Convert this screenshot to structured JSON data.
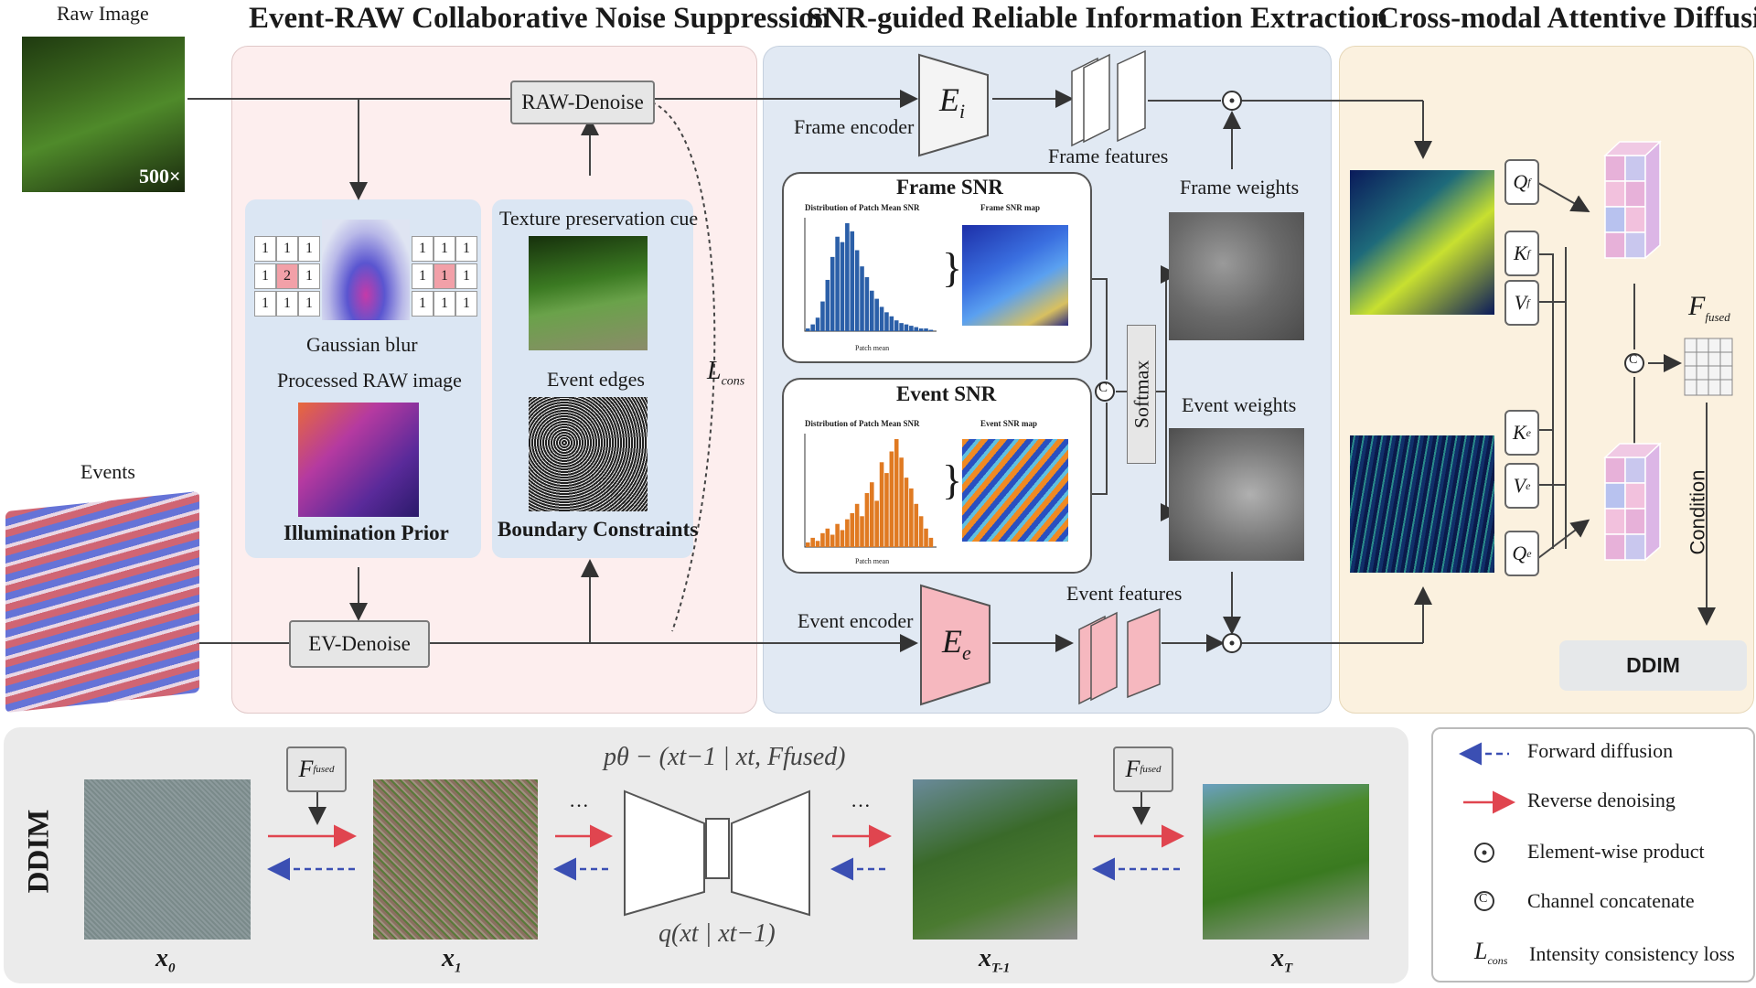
{
  "sections": {
    "noise_suppression": "Event-RAW Collaborative Noise Suppression",
    "snr_extraction": "SNR-guided Reliable Information Extraction",
    "cross_modal": "Cross-modal Attentive Diffusion"
  },
  "inputs": {
    "raw_image": "Raw Image",
    "raw_badge": "500×",
    "events": "Events"
  },
  "noise_suppression": {
    "raw_denoise": "RAW-Denoise",
    "ev_denoise": "EV-Denoise",
    "gaussian_blur": "Gaussian blur",
    "processed_raw": "Processed RAW image",
    "illumination_prior": "Illumination Prior",
    "texture_cue": "Texture preservation cue",
    "event_edges": "Event edges",
    "boundary_constraints": "Boundary Constraints",
    "kernel_left": [
      "1",
      "1",
      "1",
      "1",
      "2",
      "1",
      "1",
      "1",
      "1"
    ],
    "kernel_right": [
      "1",
      "1",
      "1",
      "1",
      "1",
      "1",
      "1",
      "1",
      "1"
    ],
    "loss": "L",
    "loss_sub": "cons"
  },
  "snr": {
    "frame_encoder": "Frame encoder",
    "event_encoder": "Event encoder",
    "ei_symbol": "E",
    "ei_sub": "i",
    "ee_symbol": "E",
    "ee_sub": "e",
    "frame_features": "Frame features",
    "event_features": "Event features",
    "frame_snr": "Frame SNR",
    "event_snr": "Event SNR",
    "hist_title": "Distribution of Patch Mean SNR",
    "frame_map_title": "Frame SNR map",
    "event_map_title": "Event SNR map",
    "hist_xlabel": "Patch mean",
    "softmax": "Softmax",
    "frame_weights": "Frame weights",
    "event_weights": "Event weights",
    "concat_symbol": "C",
    "product_symbol": "⊙"
  },
  "cross_modal": {
    "qf": "Q",
    "qf_sub": "f",
    "kf": "K",
    "kf_sub": "f",
    "vf": "V",
    "vf_sub": "f",
    "ke": "K",
    "ke_sub": "e",
    "ve": "V",
    "ve_sub": "e",
    "qe": "Q",
    "qe_sub": "e",
    "ffused": "F",
    "ffused_sub": "fused",
    "condition": "Condition",
    "ddim": "DDIM"
  },
  "ddim_strip": {
    "label": "DDIM",
    "x0": "x",
    "x0_sub": "0",
    "x1": "x",
    "x1_sub": "1",
    "xt1": "x",
    "xt1_sub": "T-1",
    "xt": "x",
    "xt_sub": "T",
    "ffused": "F",
    "ffused_sub": "fused",
    "dots": "···",
    "p_formula": "pθ − (xt−1 | xt, Ffused)",
    "q_formula": "q(xt | xt−1)"
  },
  "legend": {
    "forward": "Forward diffusion",
    "reverse": "Reverse denoising",
    "elementwise": "Element-wise product",
    "concat": "Channel concatenate",
    "intensity_loss": "Intensity consistency loss",
    "loss_symbol": "L",
    "loss_sub": "cons",
    "product_symbol": "⊙",
    "concat_symbol": "C"
  },
  "chart_data": [
    {
      "type": "bar",
      "title": "Distribution of Patch Mean SNR",
      "xlabel": "Patch mean",
      "color": "#2b5fa8",
      "values": [
        2,
        5,
        10,
        22,
        38,
        55,
        70,
        66,
        80,
        74,
        60,
        48,
        40,
        30,
        24,
        18,
        14,
        11,
        8,
        6,
        5,
        4,
        3,
        2,
        2,
        1
      ]
    },
    {
      "type": "bar",
      "title": "Distribution of Patch Mean SNR",
      "xlabel": "Patch mean",
      "color": "#e07a22",
      "values": [
        3,
        6,
        4,
        9,
        12,
        8,
        15,
        11,
        18,
        22,
        28,
        20,
        35,
        42,
        30,
        55,
        48,
        62,
        70,
        58,
        45,
        38,
        28,
        20,
        12,
        6
      ]
    }
  ],
  "colors": {
    "pink_panel": "#fdeeee",
    "blue_panel": "#e1e9f3",
    "cream_panel": "#fbf1df",
    "gray_strip": "#ebebeb",
    "encoder_pink": "#f6b8bf",
    "red_arrow": "#e0454f",
    "blue_arrow": "#3b4fb3"
  }
}
